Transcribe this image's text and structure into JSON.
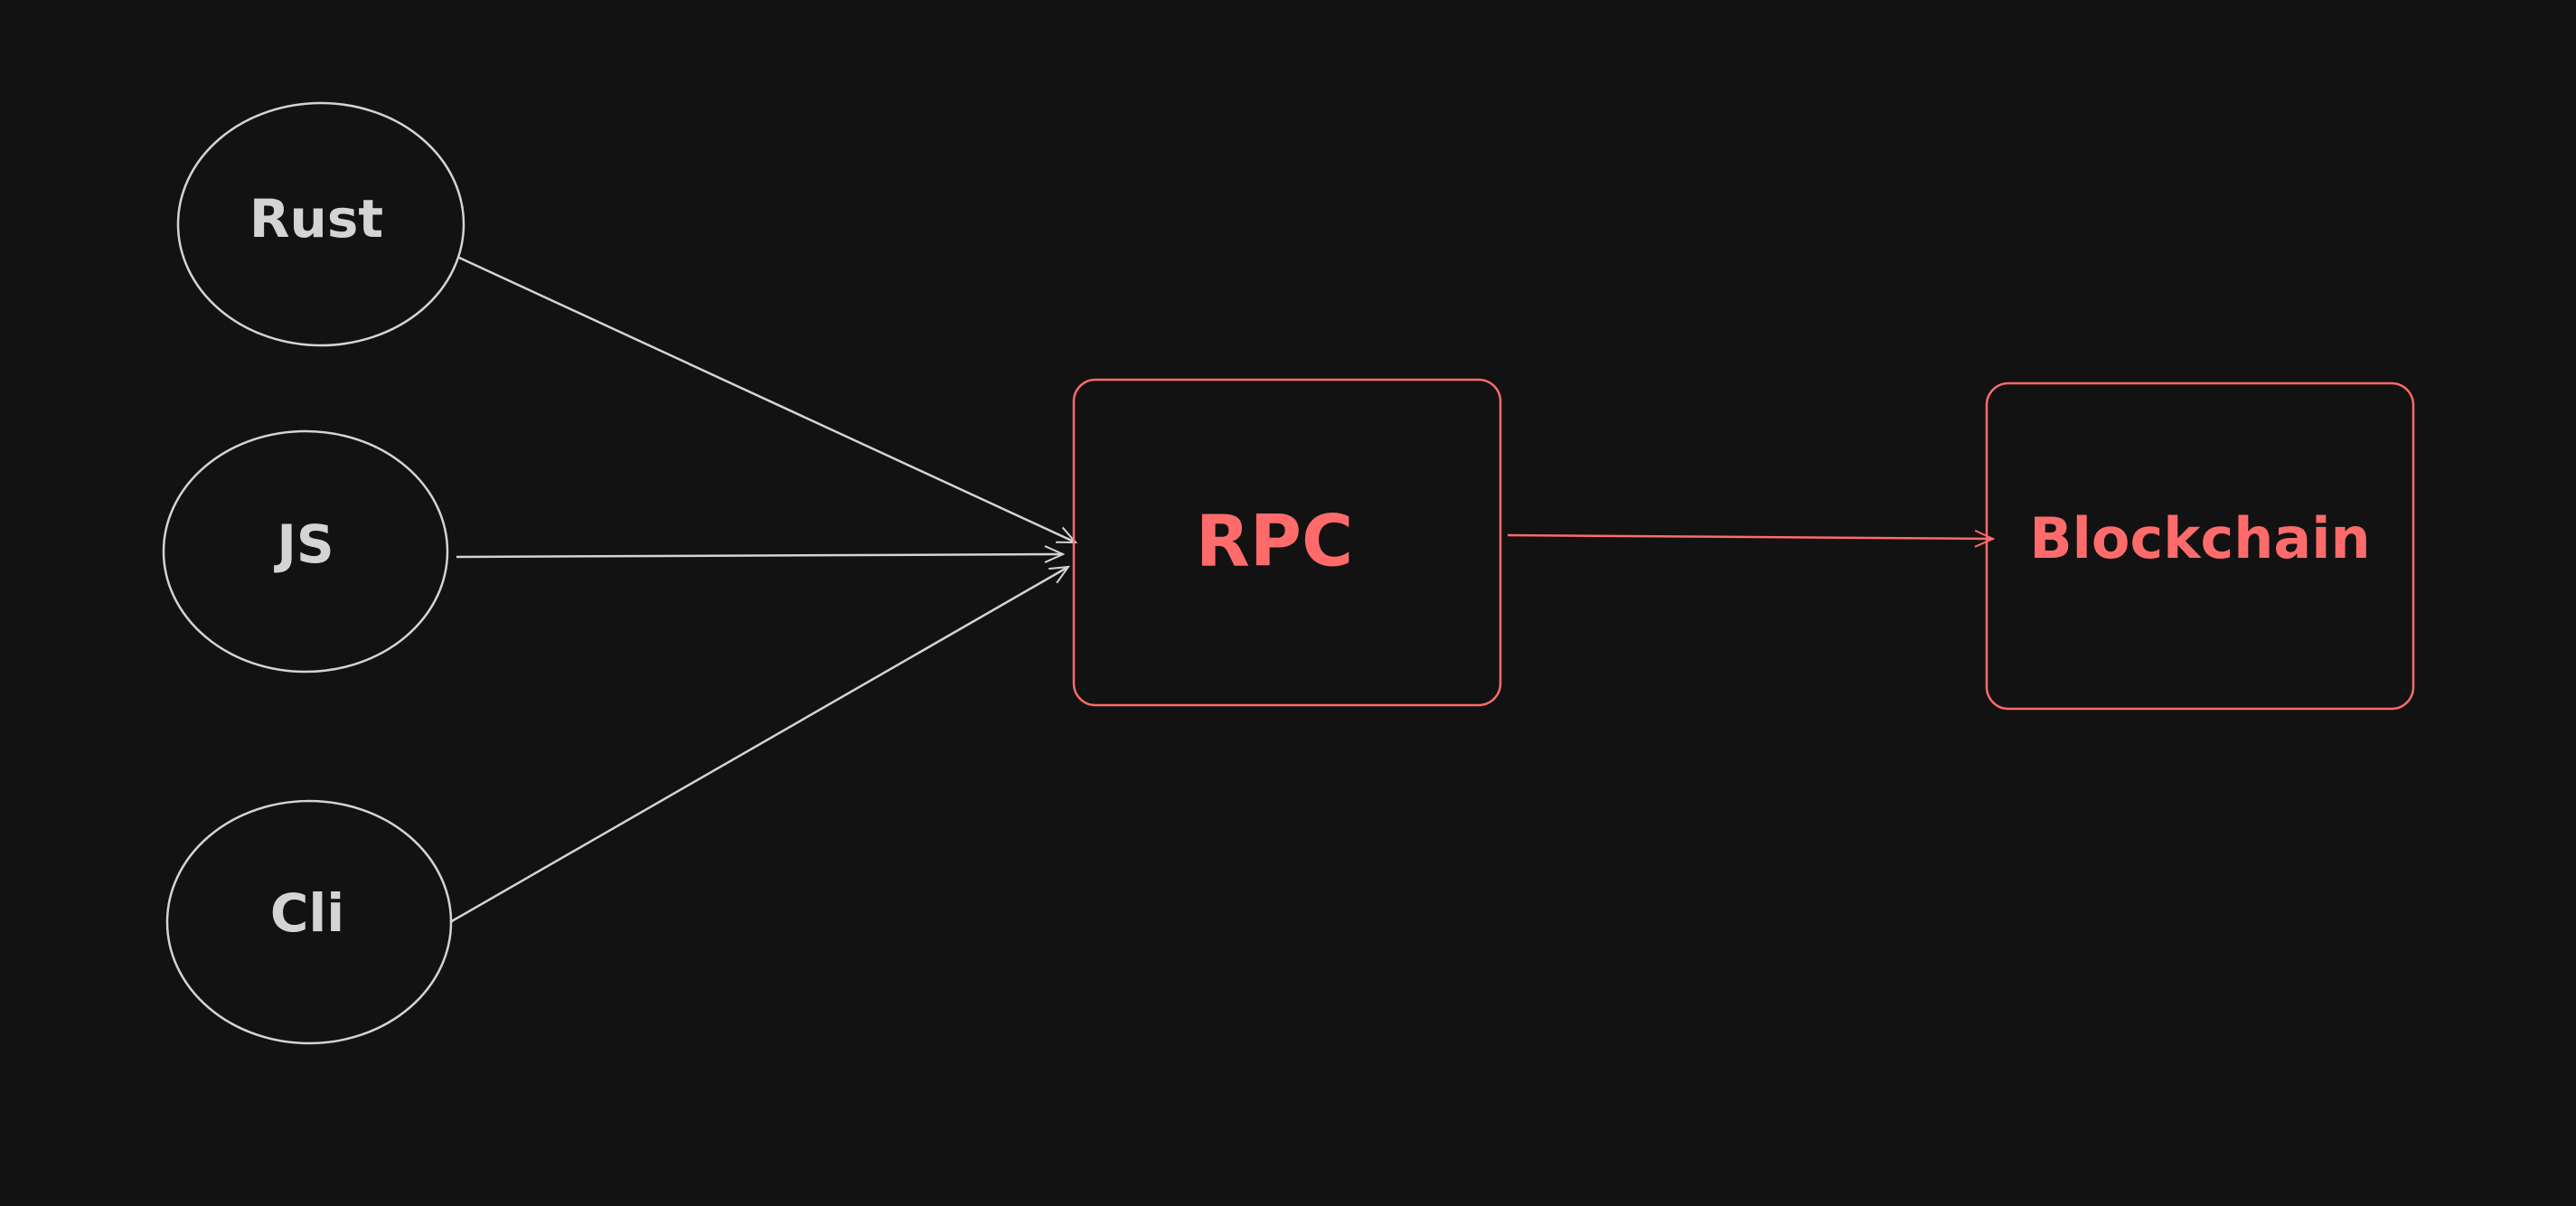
{
  "diagram": {
    "background": "#121212",
    "colors": {
      "client": "#d4d4d4",
      "server": "#ff6b6b"
    },
    "clients": [
      {
        "id": "rust",
        "label": "Rust"
      },
      {
        "id": "js",
        "label": "JS"
      },
      {
        "id": "cli",
        "label": "Cli"
      }
    ],
    "rpc": {
      "label": "RPC"
    },
    "blockchain": {
      "label": "Blockchain"
    },
    "edges": [
      {
        "from": "rust",
        "to": "rpc"
      },
      {
        "from": "js",
        "to": "rpc"
      },
      {
        "from": "cli",
        "to": "rpc"
      },
      {
        "from": "rpc",
        "to": "blockchain"
      }
    ]
  }
}
